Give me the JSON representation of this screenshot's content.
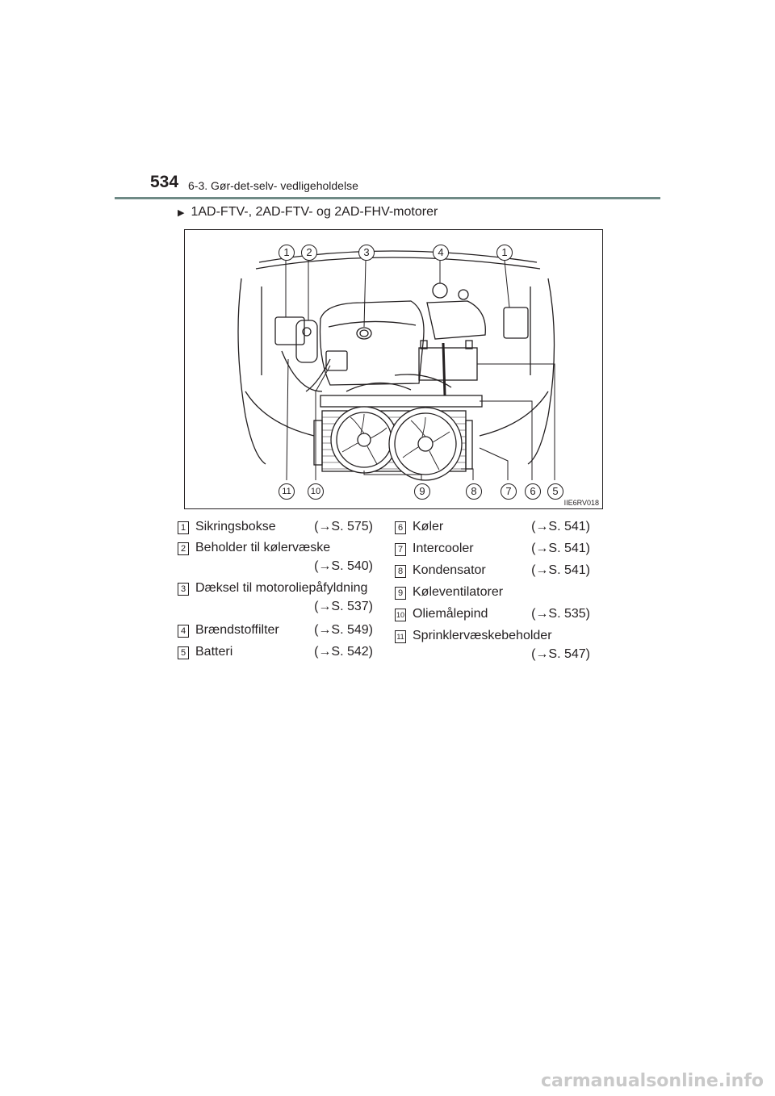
{
  "header": {
    "page_number": "534",
    "section_title": "6-3. Gør-det-selv- vedligeholdelse"
  },
  "subtitle": "1AD-FTV-, 2AD-FTV- og 2AD-FHV-motorer",
  "figure": {
    "code": "IIE6RV018",
    "callouts_top": [
      "1",
      "2",
      "3",
      "4",
      "1"
    ],
    "callouts_bottom": [
      "11",
      "10",
      "9",
      "8",
      "7",
      "6",
      "5"
    ]
  },
  "legend": {
    "left": [
      {
        "num": "1",
        "label": "Sikringsbokse",
        "ref": "(→S. 575)"
      },
      {
        "num": "2",
        "label": "Beholder til kølervæske",
        "ref": "(→S. 540)"
      },
      {
        "num": "3",
        "label": "Dæksel til motoroliepåfyldning",
        "ref": "(→S. 537)"
      },
      {
        "num": "4",
        "label": "Brændstoffilter",
        "ref": "(→S. 549)"
      },
      {
        "num": "5",
        "label": "Batteri",
        "ref": "(→S. 542)"
      }
    ],
    "right": [
      {
        "num": "6",
        "label": "Køler",
        "ref": "(→S. 541)"
      },
      {
        "num": "7",
        "label": "Intercooler",
        "ref": "(→S. 541)"
      },
      {
        "num": "8",
        "label": "Kondensator",
        "ref": "(→S. 541)"
      },
      {
        "num": "9",
        "label": "Køleventilatorer",
        "ref": ""
      },
      {
        "num": "10",
        "label": "Oliemålepind",
        "ref": "(→S. 535)"
      },
      {
        "num": "11",
        "label": "Sprinklervæskebeholder",
        "ref": "(→S. 547)"
      }
    ]
  },
  "watermark": "carmanualsonline.info"
}
